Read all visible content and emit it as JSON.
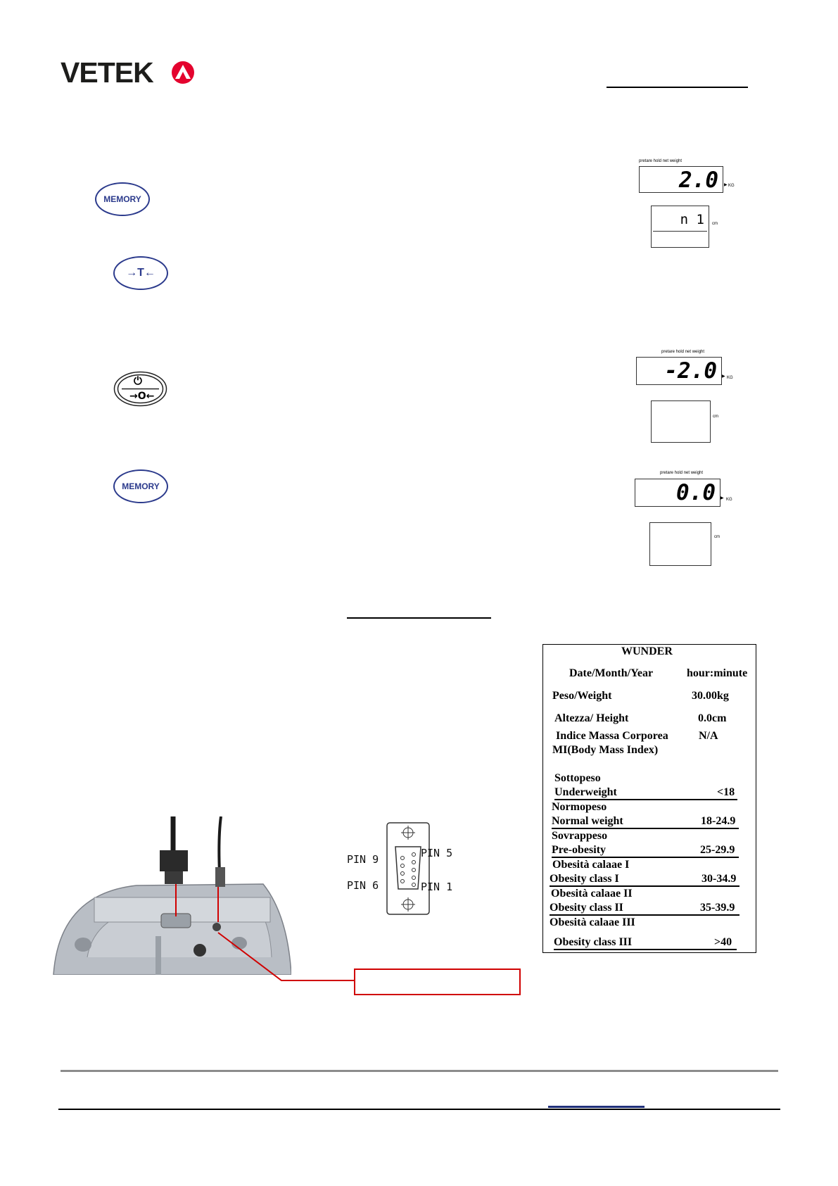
{
  "header": {
    "logo_text": "VETEK",
    "logo_colors": {
      "text": "#1d1d1b",
      "mark": "#e4032e"
    }
  },
  "lcd_panels": {
    "display1": {
      "indicators": "pretare   hold     net     weight",
      "value": "2.0",
      "unit": "KG"
    },
    "display1b": {
      "value": "n 1",
      "unit": "cm"
    },
    "display2": {
      "indicators": "pretare   hold     net     weight",
      "value": "-2.0",
      "unit": "KG"
    },
    "display2b": {
      "value": "",
      "unit": "cm"
    },
    "display3": {
      "indicators": "pretare   hold     net     weight",
      "value": "0.0",
      "unit": "KG"
    },
    "display3b": {
      "value": "",
      "unit": "cm"
    }
  },
  "keys": {
    "memory_1": "MEMORY",
    "tare": "→T←",
    "power_zero_top": "⏻",
    "power_zero_bottom": "→O←",
    "memory_2": "MEMORY"
  },
  "connector": {
    "pin9": "PIN 9",
    "pin5": "PIN 5",
    "pin6": "PIN 6",
    "pin1": "PIN 1"
  },
  "ticket": {
    "title": "WUNDER",
    "date_label": "Date/Month/Year",
    "time_label": "hour:minute",
    "weight_label": "Peso/Weight",
    "weight_value": "30.00kg",
    "height_label": "Altezza/ Height",
    "height_value": "0.0cm",
    "bmi_label_1": "Indice Massa Corporea",
    "bmi_label_2": "MI(Body Mass Index)",
    "bmi_value": "N/A",
    "rows": [
      {
        "it": "Sottopeso",
        "en": "Underweight",
        "range": "<18"
      },
      {
        "it": "Normopeso",
        "en": "Normal weight",
        "range": "18-24.9"
      },
      {
        "it": "Sovrappeso",
        "en": "Pre-obesity",
        "range": "25-29.9"
      },
      {
        "it": "Obesità calaae I",
        "en": "Obesity class I",
        "range": "30-34.9"
      },
      {
        "it": "Obesità calaae II",
        "en": "Obesity class II",
        "range": "35-39.9"
      },
      {
        "it": "Obesità calaae III",
        "en": "Obesity class III",
        "range": ">40"
      }
    ]
  }
}
